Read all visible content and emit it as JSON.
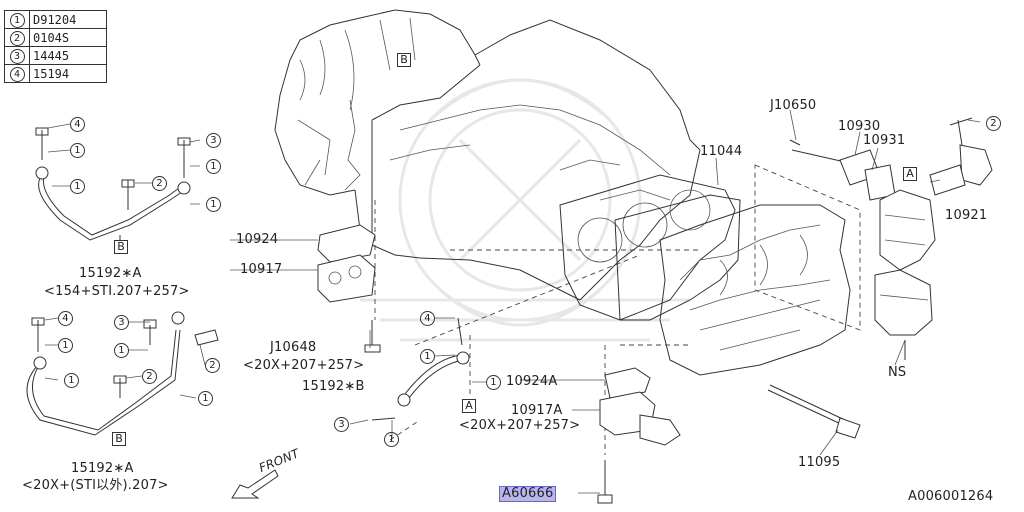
{
  "legend": [
    {
      "num": "1",
      "code": "D91204"
    },
    {
      "num": "2",
      "code": "0104S"
    },
    {
      "num": "3",
      "code": "14445"
    },
    {
      "num": "4",
      "code": "15194"
    }
  ],
  "callouts": {
    "c1": "1",
    "c2": "2",
    "c3": "3",
    "c4": "4"
  },
  "labels": {
    "j10650": "J10650",
    "p10930": "10930",
    "p10931": "10931",
    "p11044": "11044",
    "p10921": "10921",
    "p10924": "10924",
    "p10917": "10917",
    "j10648": "J10648",
    "j10648_note": "<20X+207+257>",
    "p15192b": "15192∗B",
    "p10924a": "10924A",
    "p10917a": "10917A",
    "p10917a_note": "<20X+207+257>",
    "ns": "NS",
    "p11095": "11095",
    "a60666": "A60666",
    "p15192a_top": "15192∗A",
    "p15192a_top_note": "<154+STI.207+257>",
    "p15192a_bot": "15192∗A",
    "p15192a_bot_note": "<20X+(STI以外).207>",
    "front": "FRONT",
    "diagram_id": "A006001264"
  },
  "refs": {
    "a": "A",
    "b": "B"
  }
}
